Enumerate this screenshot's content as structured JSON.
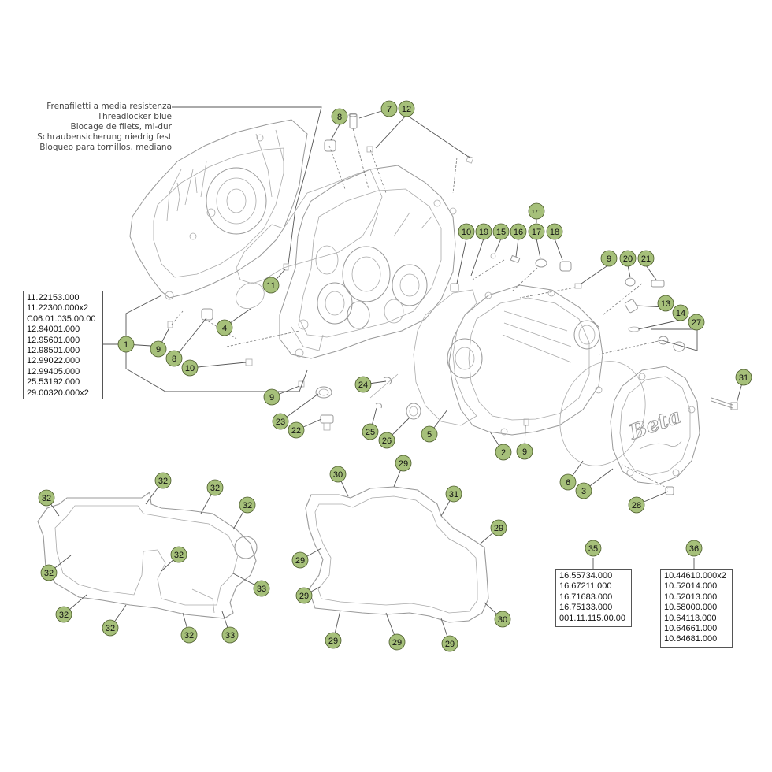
{
  "note": {
    "lines": [
      "Frenafiletti a media resistenza",
      "Threadlocker blue",
      "Blocage de filets, mi-dur",
      "Schraubensicherung niedrig fest",
      "Bloqueo para tornillos, mediano"
    ]
  },
  "part_lists": {
    "list_1": [
      "11.22153.000",
      "11.22300.000x2",
      "C06.01.035.00.00",
      "12.94001.000",
      "12.95601.000",
      "12.98501.000",
      "12.99022.000",
      "12.99405.000",
      "25.53192.000",
      "29.00320.000x2"
    ],
    "list_35": [
      "16.55734.000",
      "16.67211.000",
      "16.71683.000",
      "16.75133.000",
      "001.11.115.00.00"
    ],
    "list_36": [
      "10.44610.000x2",
      "10.52014.000",
      "10.52013.000",
      "10.58000.000",
      "10.64113.000",
      "10.64661.000",
      "10.64681.000"
    ]
  },
  "brand_logo_text": "Beta",
  "callout_color": "#a6c07a",
  "callouts": [
    {
      "label": "8"
    },
    {
      "label": "7"
    },
    {
      "label": "12"
    },
    {
      "label": "171"
    },
    {
      "label": "10"
    },
    {
      "label": "19"
    },
    {
      "label": "15"
    },
    {
      "label": "16"
    },
    {
      "label": "17"
    },
    {
      "label": "18"
    },
    {
      "label": "9"
    },
    {
      "label": "20"
    },
    {
      "label": "21"
    },
    {
      "label": "11"
    },
    {
      "label": "13"
    },
    {
      "label": "14"
    },
    {
      "label": "27"
    },
    {
      "label": "4"
    },
    {
      "label": "1"
    },
    {
      "label": "9"
    },
    {
      "label": "8"
    },
    {
      "label": "10"
    },
    {
      "label": "31"
    },
    {
      "label": "24"
    },
    {
      "label": "9"
    },
    {
      "label": "23"
    },
    {
      "label": "22"
    },
    {
      "label": "25"
    },
    {
      "label": "26"
    },
    {
      "label": "5"
    },
    {
      "label": "2"
    },
    {
      "label": "9"
    },
    {
      "label": "6"
    },
    {
      "label": "3"
    },
    {
      "label": "28"
    },
    {
      "label": "29"
    },
    {
      "label": "30"
    },
    {
      "label": "32"
    },
    {
      "label": "32"
    },
    {
      "label": "32"
    },
    {
      "label": "32"
    },
    {
      "label": "31"
    },
    {
      "label": "29"
    },
    {
      "label": "29"
    },
    {
      "label": "32"
    },
    {
      "label": "32"
    },
    {
      "label": "33"
    },
    {
      "label": "29"
    },
    {
      "label": "35"
    },
    {
      "label": "36"
    },
    {
      "label": "32"
    },
    {
      "label": "32"
    },
    {
      "label": "32"
    },
    {
      "label": "33"
    },
    {
      "label": "30"
    },
    {
      "label": "29"
    },
    {
      "label": "29"
    },
    {
      "label": "29"
    }
  ]
}
